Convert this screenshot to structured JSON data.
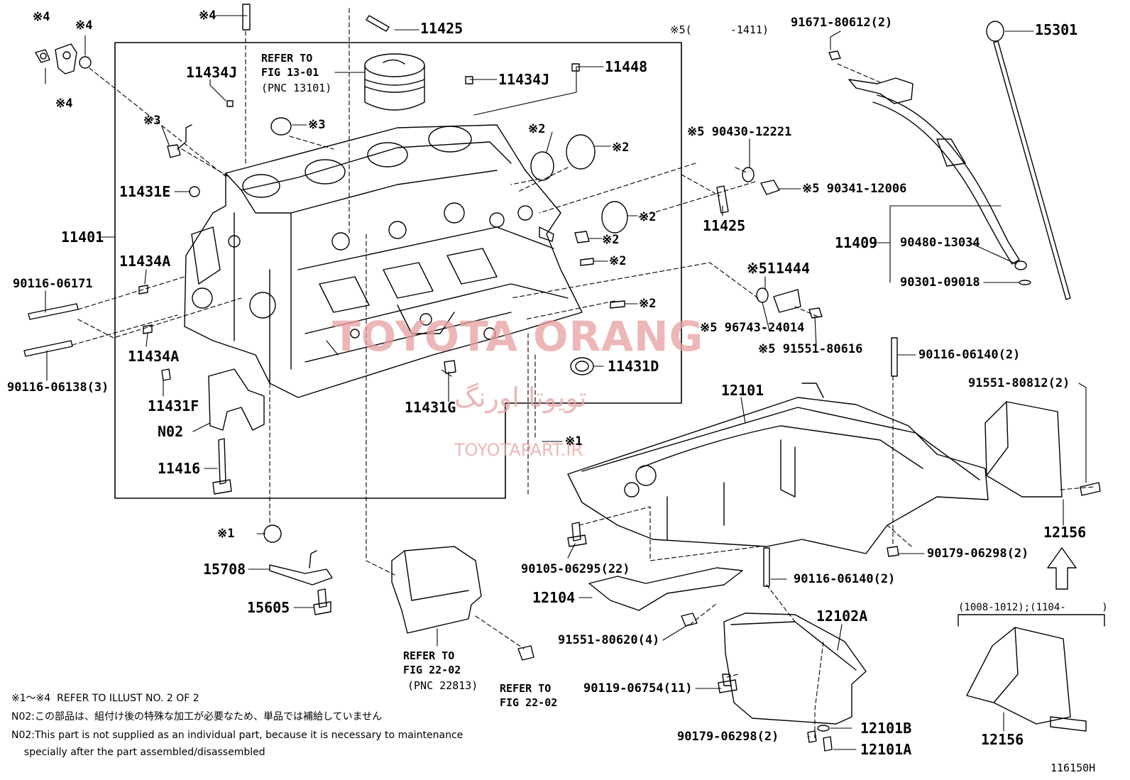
{
  "labels": {
    "s4a": "※4",
    "s4b": "※4",
    "s4c": "※4",
    "s4d": "※4",
    "p11425a": "11425",
    "s5range": "※5(      -1411)",
    "p91671": "91671-80612(2)",
    "p15301": "15301",
    "refer13_1": "REFER TO",
    "refer13_2": "FIG 13-01",
    "refer13_3": "(PNC 13101)",
    "p11434J_a": "11434J",
    "p11434J_b": "11434J",
    "p11448": "11448",
    "s3a": "※3",
    "s3b": "※3",
    "s2a": "※2",
    "s2b": "※2",
    "s2c": "※2",
    "s2d": "※2",
    "s2e": "※2",
    "s2f": "※2",
    "p90430": "※5 90430-12221",
    "p90341": "※5 90341-12006",
    "p11431E": "11431E",
    "p11425b": "11425",
    "p11401": "11401",
    "p11409": "11409",
    "p90480": "90480-13034",
    "p90301": "90301-09018",
    "p11434A_a": "11434A",
    "p90116_06171": "90116-06171",
    "p11444": "※511444",
    "p96743": "※5 96743-24014",
    "p91551_80616": "※5 91551-80616",
    "p11434A_b": "11434A",
    "p90116_06138": "90116-06138(3)",
    "p11431D": "11431D",
    "p90116_06140a": "90116-06140(2)",
    "p11431F": "11431F",
    "p11431G": "11431G",
    "p12101": "12101",
    "p91551_80812": "91551-80812(2)",
    "pN02": "N02",
    "s1a": "※1",
    "p11416": "11416",
    "p12156a": "12156",
    "s1b": "※1",
    "p90179_a": "90179-06298(2)",
    "p90105": "90105-06295(22)",
    "p15708": "15708",
    "p90116_06140b": "90116-06140(2)",
    "p12104": "12104",
    "p15605": "15605",
    "range1008": "(1008-1012);(1104-      )",
    "p12102A": "12102A",
    "p91551_80620": "91551-80620(4)",
    "refer22a_1": "REFER TO",
    "refer22a_2": "FIG 22-02",
    "refer22a_3": "(PNC 22813)",
    "refer22b_1": "REFER TO",
    "refer22b_2": "FIG 22-02",
    "p90119": "90119-06754(11)",
    "p12101B": "12101B",
    "p90179_b": "90179-06298(2)",
    "p12156b": "12156",
    "p12101A": "12101A",
    "illust_id": "116150H"
  },
  "notes": {
    "line1": "※1～※4  REFER TO ILLUST NO. 2 OF 2",
    "line2": "N02:この部品は、組付け後の特殊な加工が必要なため、単品では補給していません",
    "line3": "N02:This part is not supplied as an individual part, because it is necessary to maintenance",
    "line4": "    specially after the part assembled/disassembled"
  },
  "watermark": {
    "brand": "TOYOTA ORANG",
    "persian": "تویوتا اورنگ",
    "site": "TOYOTAPART.IR"
  },
  "colors": {
    "ink": "#000000",
    "watermark": "#e8a0a0"
  }
}
